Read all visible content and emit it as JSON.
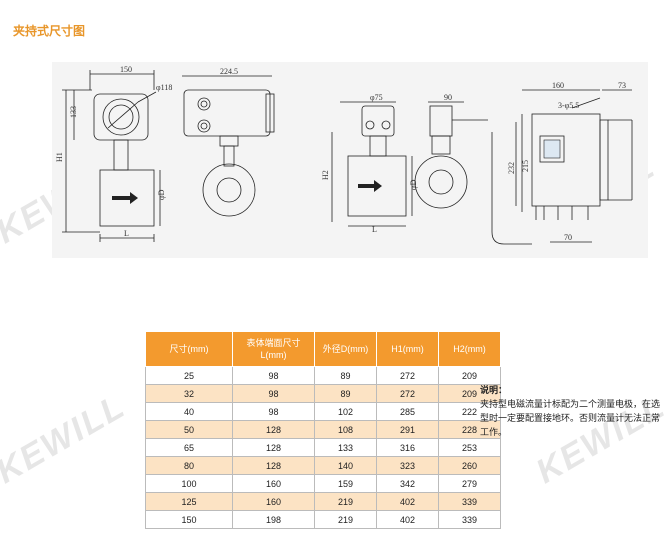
{
  "title": "夹持式尺寸图",
  "watermark": "KEWILL",
  "drawing": {
    "dims": {
      "d150": "150",
      "d118": "φ118",
      "d2245": "224.5",
      "d133": "133",
      "h1": "H1",
      "phiD": "φD",
      "l1": "L",
      "d75": "φ75",
      "d90": "90",
      "h2": "H2",
      "phiD2": "φD",
      "l2": "L",
      "d160": "160",
      "d73": "73",
      "d55": "3-φ5.5",
      "d232": "232",
      "d215": "215",
      "d70": "70"
    }
  },
  "table": {
    "headers": [
      "尺寸(mm)",
      "表体端面尺寸L(mm)",
      "外径D(mm)",
      "H1(mm)",
      "H2(mm)"
    ],
    "rows": [
      [
        "25",
        "98",
        "89",
        "272",
        "209"
      ],
      [
        "32",
        "98",
        "89",
        "272",
        "209"
      ],
      [
        "40",
        "98",
        "102",
        "285",
        "222"
      ],
      [
        "50",
        "128",
        "108",
        "291",
        "228"
      ],
      [
        "65",
        "128",
        "133",
        "316",
        "253"
      ],
      [
        "80",
        "128",
        "140",
        "323",
        "260"
      ],
      [
        "100",
        "160",
        "159",
        "342",
        "279"
      ],
      [
        "125",
        "160",
        "219",
        "402",
        "339"
      ],
      [
        "150",
        "198",
        "219",
        "402",
        "339"
      ]
    ]
  },
  "note": {
    "title": "说明：",
    "body": "夹持型电磁流量计标配为二个测量电极，在选型时一定要配置接地环。否则流量计无法正常工作。"
  },
  "colors": {
    "accent": "#f39a2e",
    "title": "#e8962a",
    "row_alt": "#fce3c4"
  }
}
